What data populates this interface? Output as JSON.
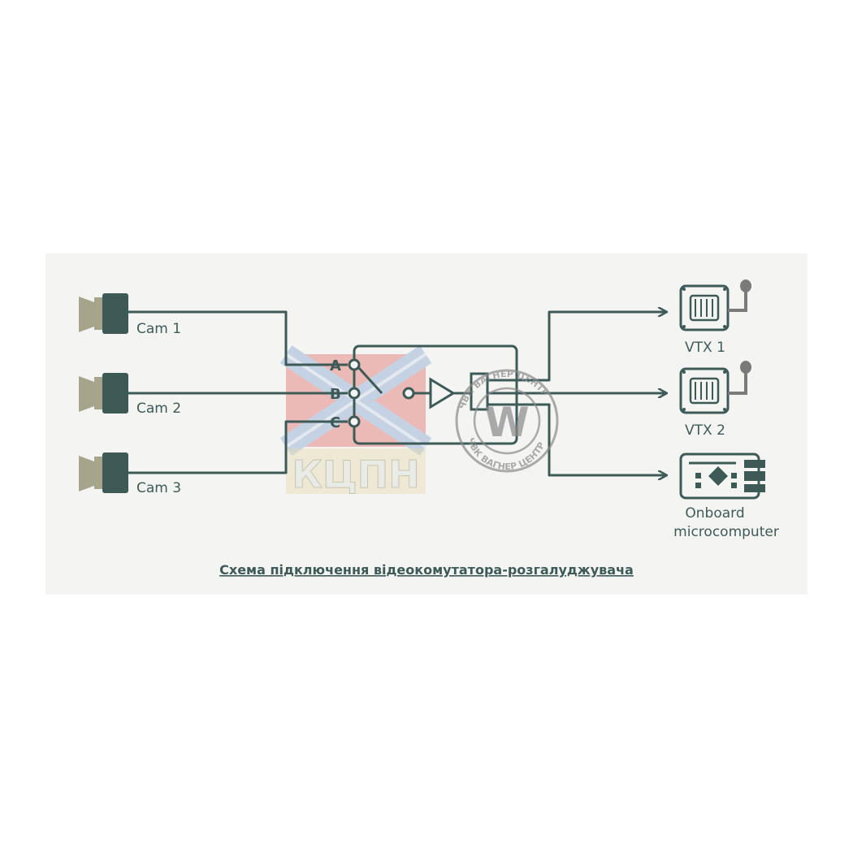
{
  "colors": {
    "line": "#3d5a57",
    "camera_lens": "#a6a58c",
    "camera_body": "#3d5a57",
    "antenna": "#7a7a7a",
    "panel_bg": "#f4f5f3"
  },
  "cameras": [
    {
      "label": "Cam 1"
    },
    {
      "label": "Cam 2"
    },
    {
      "label": "Cam 3"
    }
  ],
  "switch_ports": [
    {
      "label": "A"
    },
    {
      "label": "B"
    },
    {
      "label": "C"
    }
  ],
  "outputs": [
    {
      "label": "VTX 1",
      "icon": "video-transmitter-icon"
    },
    {
      "label": "VTX 2",
      "icon": "video-transmitter-icon"
    },
    {
      "label_line1": "Onboard",
      "label_line2": "microcomputer",
      "icon": "microcomputer-board-icon"
    }
  ],
  "caption": "Схема підключення відеокомутатора-розгалуджувача",
  "watermark": {
    "text": "КЦПН",
    "seal_text": "ЧВК ВАГНЕР ЦЕНТР",
    "seal_letter": "W"
  }
}
